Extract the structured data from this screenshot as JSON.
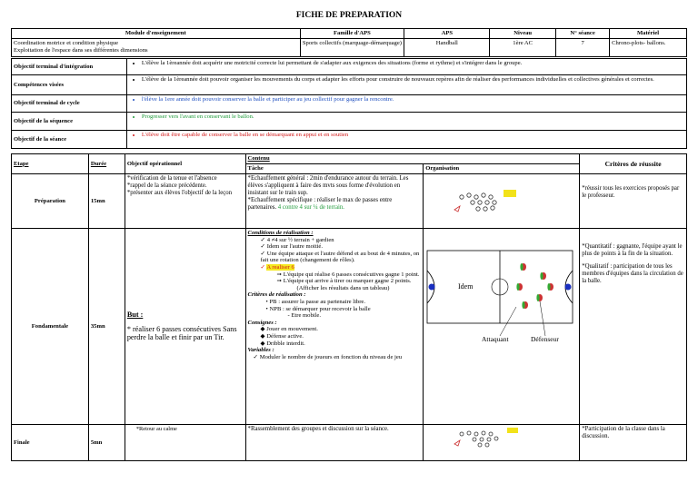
{
  "title": "FICHE DE PREPARATION",
  "header": {
    "cols": [
      "Module d'enseignement",
      "Famille d'APS",
      "APS",
      "Niveau",
      "N° séance",
      "Matériel"
    ],
    "module_line1": "Coordination motrice et condition physique",
    "module_line2": "Exploitation de l'espace dans ses différentes dimensions",
    "famille": "Sports collectifs (marquage-démarquage)",
    "aps": "Handball",
    "niveau": "1ère AC",
    "seance": "7",
    "materiel": "Chrono-plots- ballons."
  },
  "objectives": [
    {
      "label": "Objectif terminal d'intégration",
      "text": "L'élève la 1èreannée doit acquérir une motricité correcte lui permettant de s'adapter aux exigences des situations (forme et rythme) et s'intégrer dans le groupe.",
      "color": "#000000"
    },
    {
      "label": "Compétences visées",
      "text": "L'élève de la 1èreannée doit pouvoir organiser les mouvements du corps et adapter les efforts pour construire de nouveaux repères afin de réaliser des performances individuelles et collectives générales et correctes.",
      "color": "#000000"
    },
    {
      "label": "Objectif terminal de cycle",
      "text": "l'élève la 1ere année doit pouvoir conserver la balle et participer au jeu collectif pour gagner la rencontre.",
      "color": "#1f4fbf"
    },
    {
      "label": "Objectif de la séquence",
      "text": "Progresser vers l'avant en conservant le ballon.",
      "color": "#1f9a3a"
    },
    {
      "label": "Objectif de la séance",
      "text": "L'élève doit être capable de conserver la balle en se démarquant en appui et en soutien",
      "color": "#d21a1a"
    }
  ],
  "table_head": {
    "etape": "Etape",
    "duree": "Durée",
    "objectif": "Objectif opérationnel",
    "contenu": "Contenu",
    "tache": "Tâche",
    "organisation": "Organisation",
    "criteres": "Critères de réussite"
  },
  "rows": {
    "prep": {
      "etape": "Préparation",
      "duree": "15mn",
      "objectif": "*vérification de la tenue et l'absence\n*rappel de la séance précédente.\n*présenter aux élèves l'objectif de la leçon",
      "tache": "*Echauffement général : 2min d'endurance autour du terrain. Les élèves s'appliquent à faire des mvts sous forme d'évolution en insistant sur le train sup.\n*Echauffement spécifique : réaliser le max de passes entre partenaires.",
      "tache_green": "4 contre 4 sur ¼ de terrain.",
      "criteres": "*réussir tous les exercices proposés par le professeur."
    },
    "fond": {
      "etape": "Fondamentale",
      "duree": "35mn",
      "but_title": "But :",
      "but_text": "* réaliser 6 passes consécutives Sans perdre la balle et finir par un Tir.",
      "cond_title": "Conditions de réalisation :",
      "cond": [
        "4 ≠4 sur ½ terrain + gardien",
        "Idem sur l'autre moitié.",
        "Une équipe attaque et l'autre défend et au bout de 4 minutes, on fait une rotation (changement de rôles)."
      ],
      "a_realiser": "A realiser 6",
      "sub1": "L'équipe qui réalise 6 passes consécutives gagne 1 point.",
      "sub2": "L'équipe qui arrive à tirer ou marquer gagne 2 points.",
      "afficher": "(Afficher les résultats dans un tableau)",
      "crit_title": "Critères de réalisation :",
      "crit": [
        "PB : assurer la passe au partenaire libre.",
        "NPB : se démarquer pour recevoir la balle"
      ],
      "crit_sub": "Etre mobile.",
      "cons_title": "Consignes :",
      "cons": [
        "Jouer en mouvement.",
        "Défense active.",
        "Dribble interdit."
      ],
      "var_title": "Variables :",
      "var": "Moduler le nombre de joueurs en fonction du niveau de jeu",
      "idem": "Idem",
      "attaquant": "Attaquant",
      "defenseur": "Défenseur",
      "criteres1": "*Quantitatif : gagnante, l'équipe ayant le plus de points à la fin de la situation.",
      "criteres2": "*Qualitatif : participation de tous les membres d'équipes dans la circulation de la balle."
    },
    "fin": {
      "etape": "Finale",
      "duree": "5mn",
      "objectif": "*Retour au calme",
      "tache": "*Rassemblement des groupes et discussion sur la séance.",
      "criteres": "*Participation de la classe dans la discussion."
    }
  }
}
